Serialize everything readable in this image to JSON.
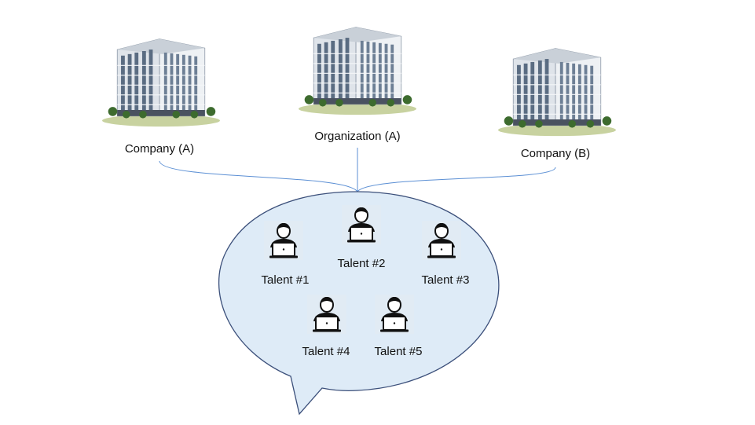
{
  "entities": [
    {
      "id": "company-a",
      "label": "Company (A)",
      "icon": "office-building-icon"
    },
    {
      "id": "organization-a",
      "label": "Organization (A)",
      "icon": "office-building-icon"
    },
    {
      "id": "company-b",
      "label": "Company (B)",
      "icon": "office-building-icon"
    }
  ],
  "talents": [
    {
      "label": "Talent #1",
      "icon": "person-at-laptop-icon"
    },
    {
      "label": "Talent #2",
      "icon": "person-at-laptop-icon"
    },
    {
      "label": "Talent #3",
      "icon": "person-at-laptop-icon"
    },
    {
      "label": "Talent #4",
      "icon": "person-at-laptop-icon"
    },
    {
      "label": "Talent #5",
      "icon": "person-at-laptop-icon"
    }
  ],
  "colors": {
    "bubble_fill": "#DEEBF7",
    "bubble_stroke": "#3B4F7A",
    "connector": "#5B8FD4",
    "building_facade": "#E9EDF1",
    "building_glass": "#5A6C82",
    "person": "#111111"
  }
}
